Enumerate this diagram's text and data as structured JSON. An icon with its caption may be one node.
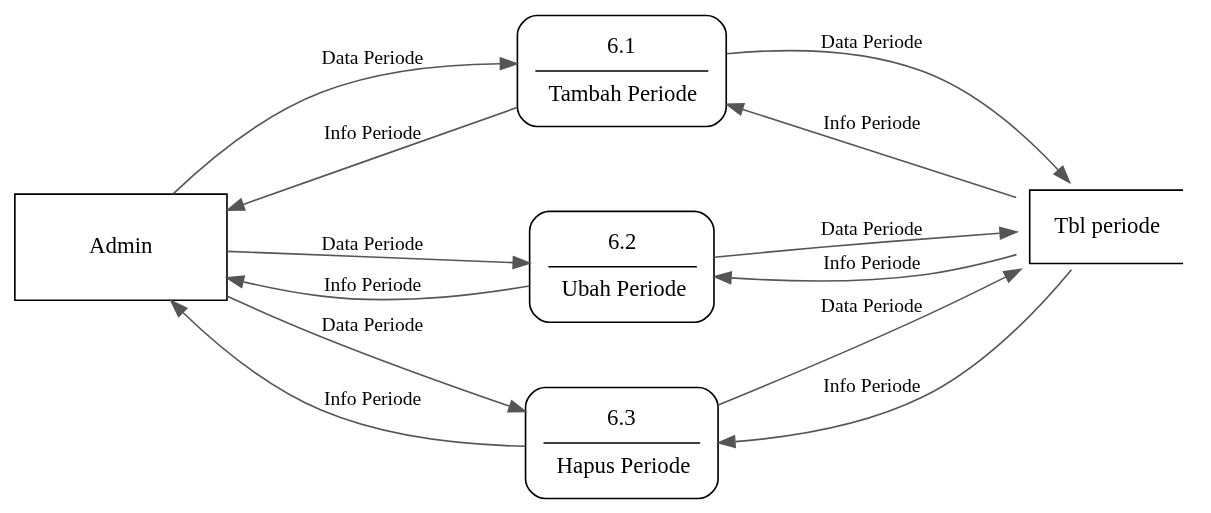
{
  "diagram": {
    "nodes": [
      {
        "text": [
          "Admin"
        ]
      },
      {
        "text": [
          "6.1",
          "Tambah Periode"
        ]
      },
      {
        "text": [
          "6.2",
          "Ubah Periode"
        ]
      },
      {
        "text": [
          "6.3",
          "Hapus Periode"
        ]
      },
      {
        "text": [
          "Tbl periode"
        ]
      }
    ],
    "edges": [
      {
        "from": 0,
        "to": 1,
        "arrow": "to",
        "label": "Data Periode"
      },
      {
        "from": 1,
        "to": 0,
        "arrow": "to",
        "label": "Info Periode"
      },
      {
        "from": 1,
        "to": 4,
        "arrow": "to",
        "label": "Data Periode"
      },
      {
        "from": 4,
        "to": 1,
        "arrow": "to",
        "label": "Info Periode"
      },
      {
        "from": 0,
        "to": 2,
        "arrow": "to",
        "label": "Data Periode"
      },
      {
        "from": 2,
        "to": 0,
        "arrow": "to",
        "label": "Info Periode"
      },
      {
        "from": 2,
        "to": 4,
        "arrow": "to",
        "label": "Data Periode"
      },
      {
        "from": 4,
        "to": 2,
        "arrow": "to",
        "label": "Info Periode"
      },
      {
        "from": 0,
        "to": 3,
        "arrow": "to",
        "label": "Data Periode"
      },
      {
        "from": 3,
        "to": 0,
        "arrow": "to",
        "label": "Info Periode"
      },
      {
        "from": 3,
        "to": 4,
        "arrow": "to",
        "label": "Data Periode"
      },
      {
        "from": 4,
        "to": 3,
        "arrow": "to",
        "label": "Info Periode"
      }
    ]
  }
}
